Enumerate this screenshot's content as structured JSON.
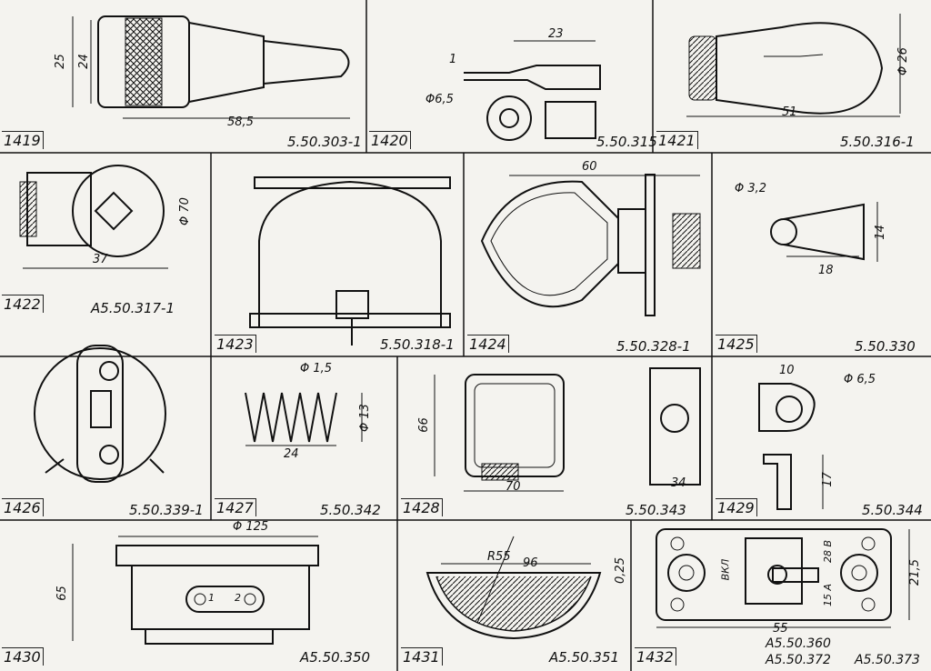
{
  "cells": [
    {
      "id": "1419",
      "code": "5.50.303-1",
      "dims": [
        "25",
        "24",
        "58,5"
      ]
    },
    {
      "id": "1420",
      "code": "5.50.315",
      "dims": [
        "23",
        "1",
        "Φ6,5"
      ]
    },
    {
      "id": "1421",
      "code": "5.50.316-1",
      "dims": [
        "Φ 26",
        "51"
      ]
    },
    {
      "id": "1422",
      "code": "А5.50.317-1",
      "dims": [
        "Φ 70",
        "37"
      ]
    },
    {
      "id": "1423",
      "code": "5.50.318-1",
      "dims": []
    },
    {
      "id": "1424",
      "code": "5.50.328-1",
      "dims": [
        "60"
      ]
    },
    {
      "id": "1425",
      "code": "5.50.330",
      "dims": [
        "Φ 3,2",
        "14",
        "18"
      ]
    },
    {
      "id": "1426",
      "code": "5.50.339-1",
      "dims": []
    },
    {
      "id": "1427",
      "code": "5.50.342",
      "dims": [
        "Φ 1,5",
        "Φ 13",
        "24"
      ]
    },
    {
      "id": "1428",
      "code": "5.50.343",
      "dims": [
        "66",
        "70",
        "34"
      ]
    },
    {
      "id": "1429",
      "code": "5.50.344",
      "dims": [
        "10",
        "Φ 6,5",
        "17"
      ]
    },
    {
      "id": "1430",
      "code": "А5.50.350",
      "dims": [
        "Φ 125",
        "65",
        "1",
        "2"
      ]
    },
    {
      "id": "1431",
      "code": "А5.50.351",
      "dims": [
        "R55",
        "96",
        "0,25"
      ]
    },
    {
      "id": "1432",
      "code": "А5.50.360",
      "code2": "А5.50.372",
      "code3": "А5.50.373",
      "dims": [
        "ВКЛ",
        "28 В",
        "15 А",
        "55",
        "21,5"
      ]
    }
  ]
}
